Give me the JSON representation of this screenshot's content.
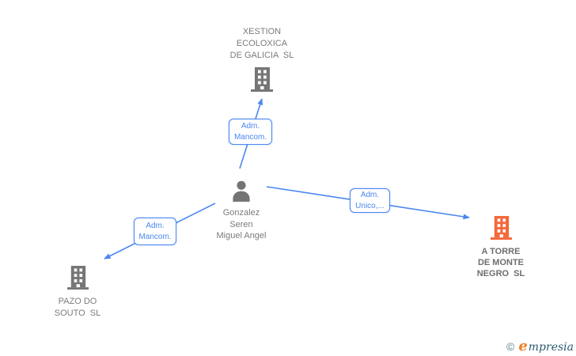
{
  "diagram": {
    "person": {
      "name": "Gonzalez\nSeren\nMiguel Angel"
    },
    "companies": [
      {
        "id": "xestion",
        "name": "XESTION\nECOLOXICA\nDE GALICIA  SL"
      },
      {
        "id": "torre",
        "name": "A TORRE\nDE MONTE\nNEGRO  SL"
      },
      {
        "id": "pazo",
        "name": "PAZO DO\nSOUTO  SL"
      }
    ],
    "edges": [
      {
        "from": "person",
        "to": "xestion",
        "label": "Adm.\nMancom."
      },
      {
        "from": "person",
        "to": "torre",
        "label": "Adm.\nUnico,..."
      },
      {
        "from": "person",
        "to": "pazo",
        "label": "Adm.\nMancom."
      }
    ]
  },
  "watermark": {
    "copyright": "©",
    "brand_first_letter": "e",
    "brand_rest": "mpresia"
  },
  "colors": {
    "edge_blue": "#4a87f0",
    "building_gray": "#767676",
    "building_orange": "#f4683b",
    "person_gray": "#757575",
    "label_gray": "#7b7b7b",
    "watermark_teal": "#2c5a70",
    "watermark_orange": "#ee7d1f"
  },
  "icons": {
    "top_company": "building-icon",
    "right_company": "building-icon",
    "left_company": "building-icon",
    "center": "person-icon"
  }
}
